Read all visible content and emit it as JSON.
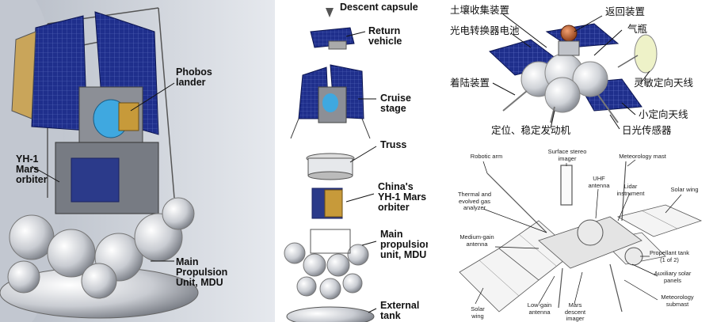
{
  "left_panel": {
    "labels": {
      "phobos_lander": "Phobos lander",
      "yh1_orbiter": "YH-1 Mars orbiter",
      "mdu": "Main Propulsion Unit, MDU"
    }
  },
  "middle_panel": {
    "labels": {
      "descent_capsule": "Descent capsule",
      "return_vehicle": "Return vehicle",
      "cruise_stage": "Cruise stage",
      "truss": "Truss",
      "yh1_orbiter": "China's YH-1 Mars orbiter",
      "main_propulsion": "Main propulsion unit, MDU",
      "external_tank": "External tank"
    }
  },
  "top_right_panel": {
    "labels": {
      "soil_collection": "土壤收集装置",
      "solar_cell": "光电转换器电池",
      "return_device": "返回装置",
      "gas_cylinder": "气瓶",
      "landing_gear": "着陆装置",
      "hga": "灵敏定向天线",
      "lga": "小定向天线",
      "sun_sensor": "日光传感器",
      "thrusters": "定位、稳定发动机"
    }
  },
  "bottom_right_panel": {
    "labels": {
      "robotic_arm": "Robotic arm",
      "stereo_imager": "Surface stereo imager",
      "met_mast": "Meteorology mast",
      "uhf": "UHF antenna",
      "tega": "Thermal and evolved gas analyzer",
      "lidar": "Lidar instrument",
      "solar_wing_r": "Solar wing",
      "medium_gain": "Medium-gain antenna",
      "prop_tank": "Propellant tank (1 of 2)",
      "aux_solar": "Auxiliary solar panels",
      "met_submast": "Meteorology submast",
      "solar_wing_l": "Solar wing",
      "low_gain": "Low-gain antenna",
      "mardi": "Mars descent imager"
    }
  },
  "colors": {
    "solar_panel": "#1f2f8c",
    "metal": "#a8acb4",
    "sphere": "#d6d8dc",
    "gold": "#c79a3a",
    "blue_tank": "#3fa8e0"
  }
}
